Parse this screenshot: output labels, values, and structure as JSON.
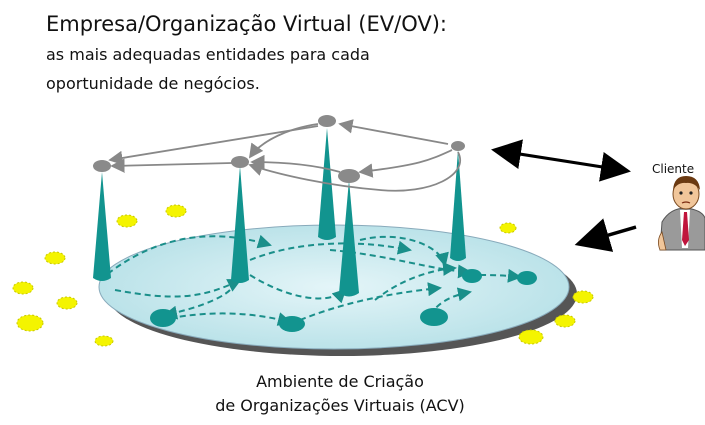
{
  "title": "Empresa/Organização Virtual (EV/OV):",
  "subtitle_line1": "as mais adequadas entidades para cada",
  "subtitle_line2": "oportunidade de negócios.",
  "caption_line1": "Ambiente de Criação",
  "caption_line2": "de Organizações Virtuais (ACV)",
  "client_label": "Cliente",
  "colors": {
    "platform_fill": "#c9e9ee",
    "platform_shadow": "#555555",
    "spike": "#12948f",
    "node_top": "#8a8a8a",
    "dot": "#f4f400",
    "dot_outline": "#c8c800",
    "arrow": "#000000"
  }
}
